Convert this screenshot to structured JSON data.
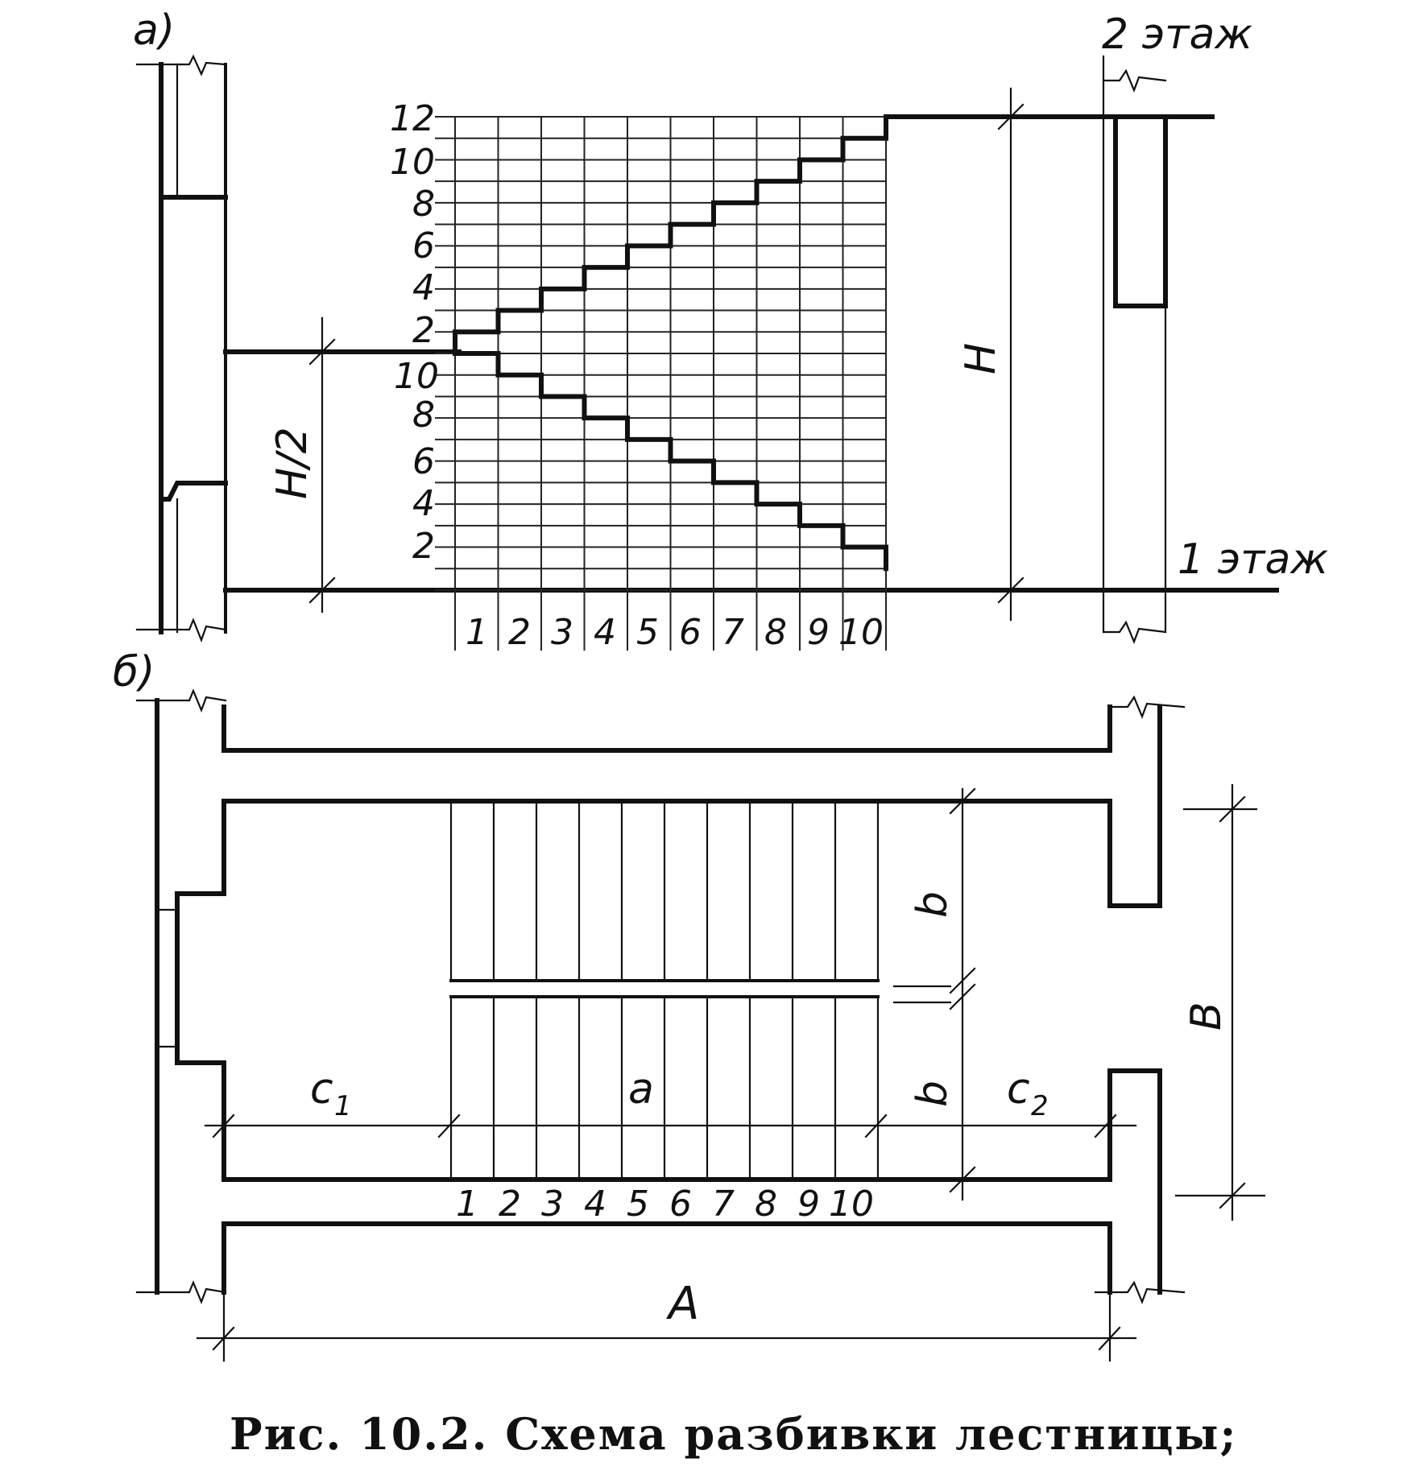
{
  "labels": {
    "part_a": "а)",
    "part_b": "б)",
    "floor_2": "2 этаж",
    "floor_1": "1 этаж",
    "H": "H",
    "H_half": "H/2",
    "b_upper": "b",
    "b_lower": "b",
    "B": "B",
    "c1": "c",
    "c1_sub": "1",
    "c2": "c",
    "c2_sub": "2",
    "a": "a",
    "A": "A"
  },
  "elevation_grid": {
    "upper_flight_y_labels": [
      "12",
      "10",
      "8",
      "6",
      "4",
      "2"
    ],
    "lower_flight_y_labels": [
      "10",
      "8",
      "6",
      "4",
      "2"
    ],
    "x_labels": [
      "1",
      "2",
      "3",
      "4",
      "5",
      "6",
      "7",
      "8",
      "9",
      "10"
    ]
  },
  "plan": {
    "step_labels": [
      "1",
      "2",
      "3",
      "4",
      "5",
      "6",
      "7",
      "8",
      "9",
      "10"
    ]
  },
  "caption": "Рис. 10.2. Схема разбивки лестницы;"
}
